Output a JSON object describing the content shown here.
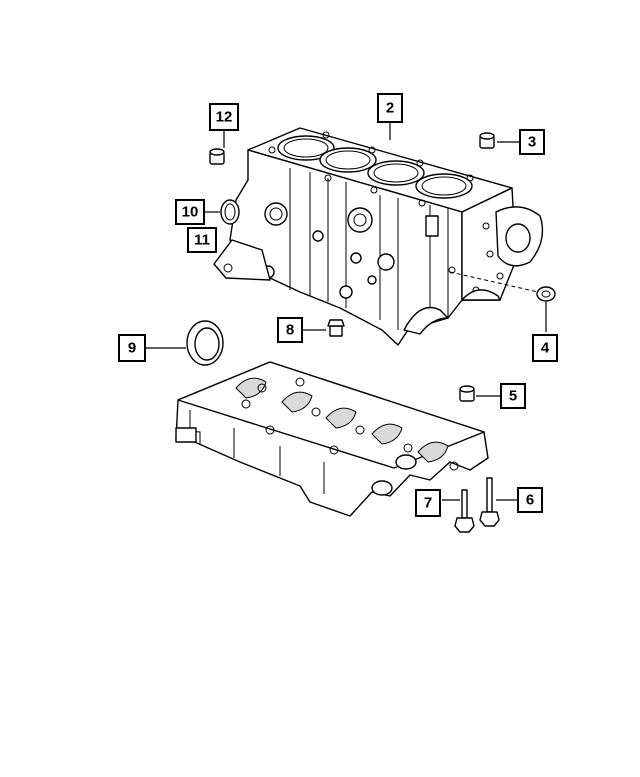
{
  "diagram": {
    "callouts": [
      {
        "id": "callout-2",
        "label": "2"
      },
      {
        "id": "callout-3",
        "label": "3"
      },
      {
        "id": "callout-4",
        "label": "4"
      },
      {
        "id": "callout-5",
        "label": "5"
      },
      {
        "id": "callout-6",
        "label": "6"
      },
      {
        "id": "callout-7",
        "label": "7"
      },
      {
        "id": "callout-8",
        "label": "8"
      },
      {
        "id": "callout-9",
        "label": "9"
      },
      {
        "id": "callout-10",
        "label": "10"
      },
      {
        "id": "callout-11",
        "label": "11"
      },
      {
        "id": "callout-12",
        "label": "12"
      }
    ]
  }
}
